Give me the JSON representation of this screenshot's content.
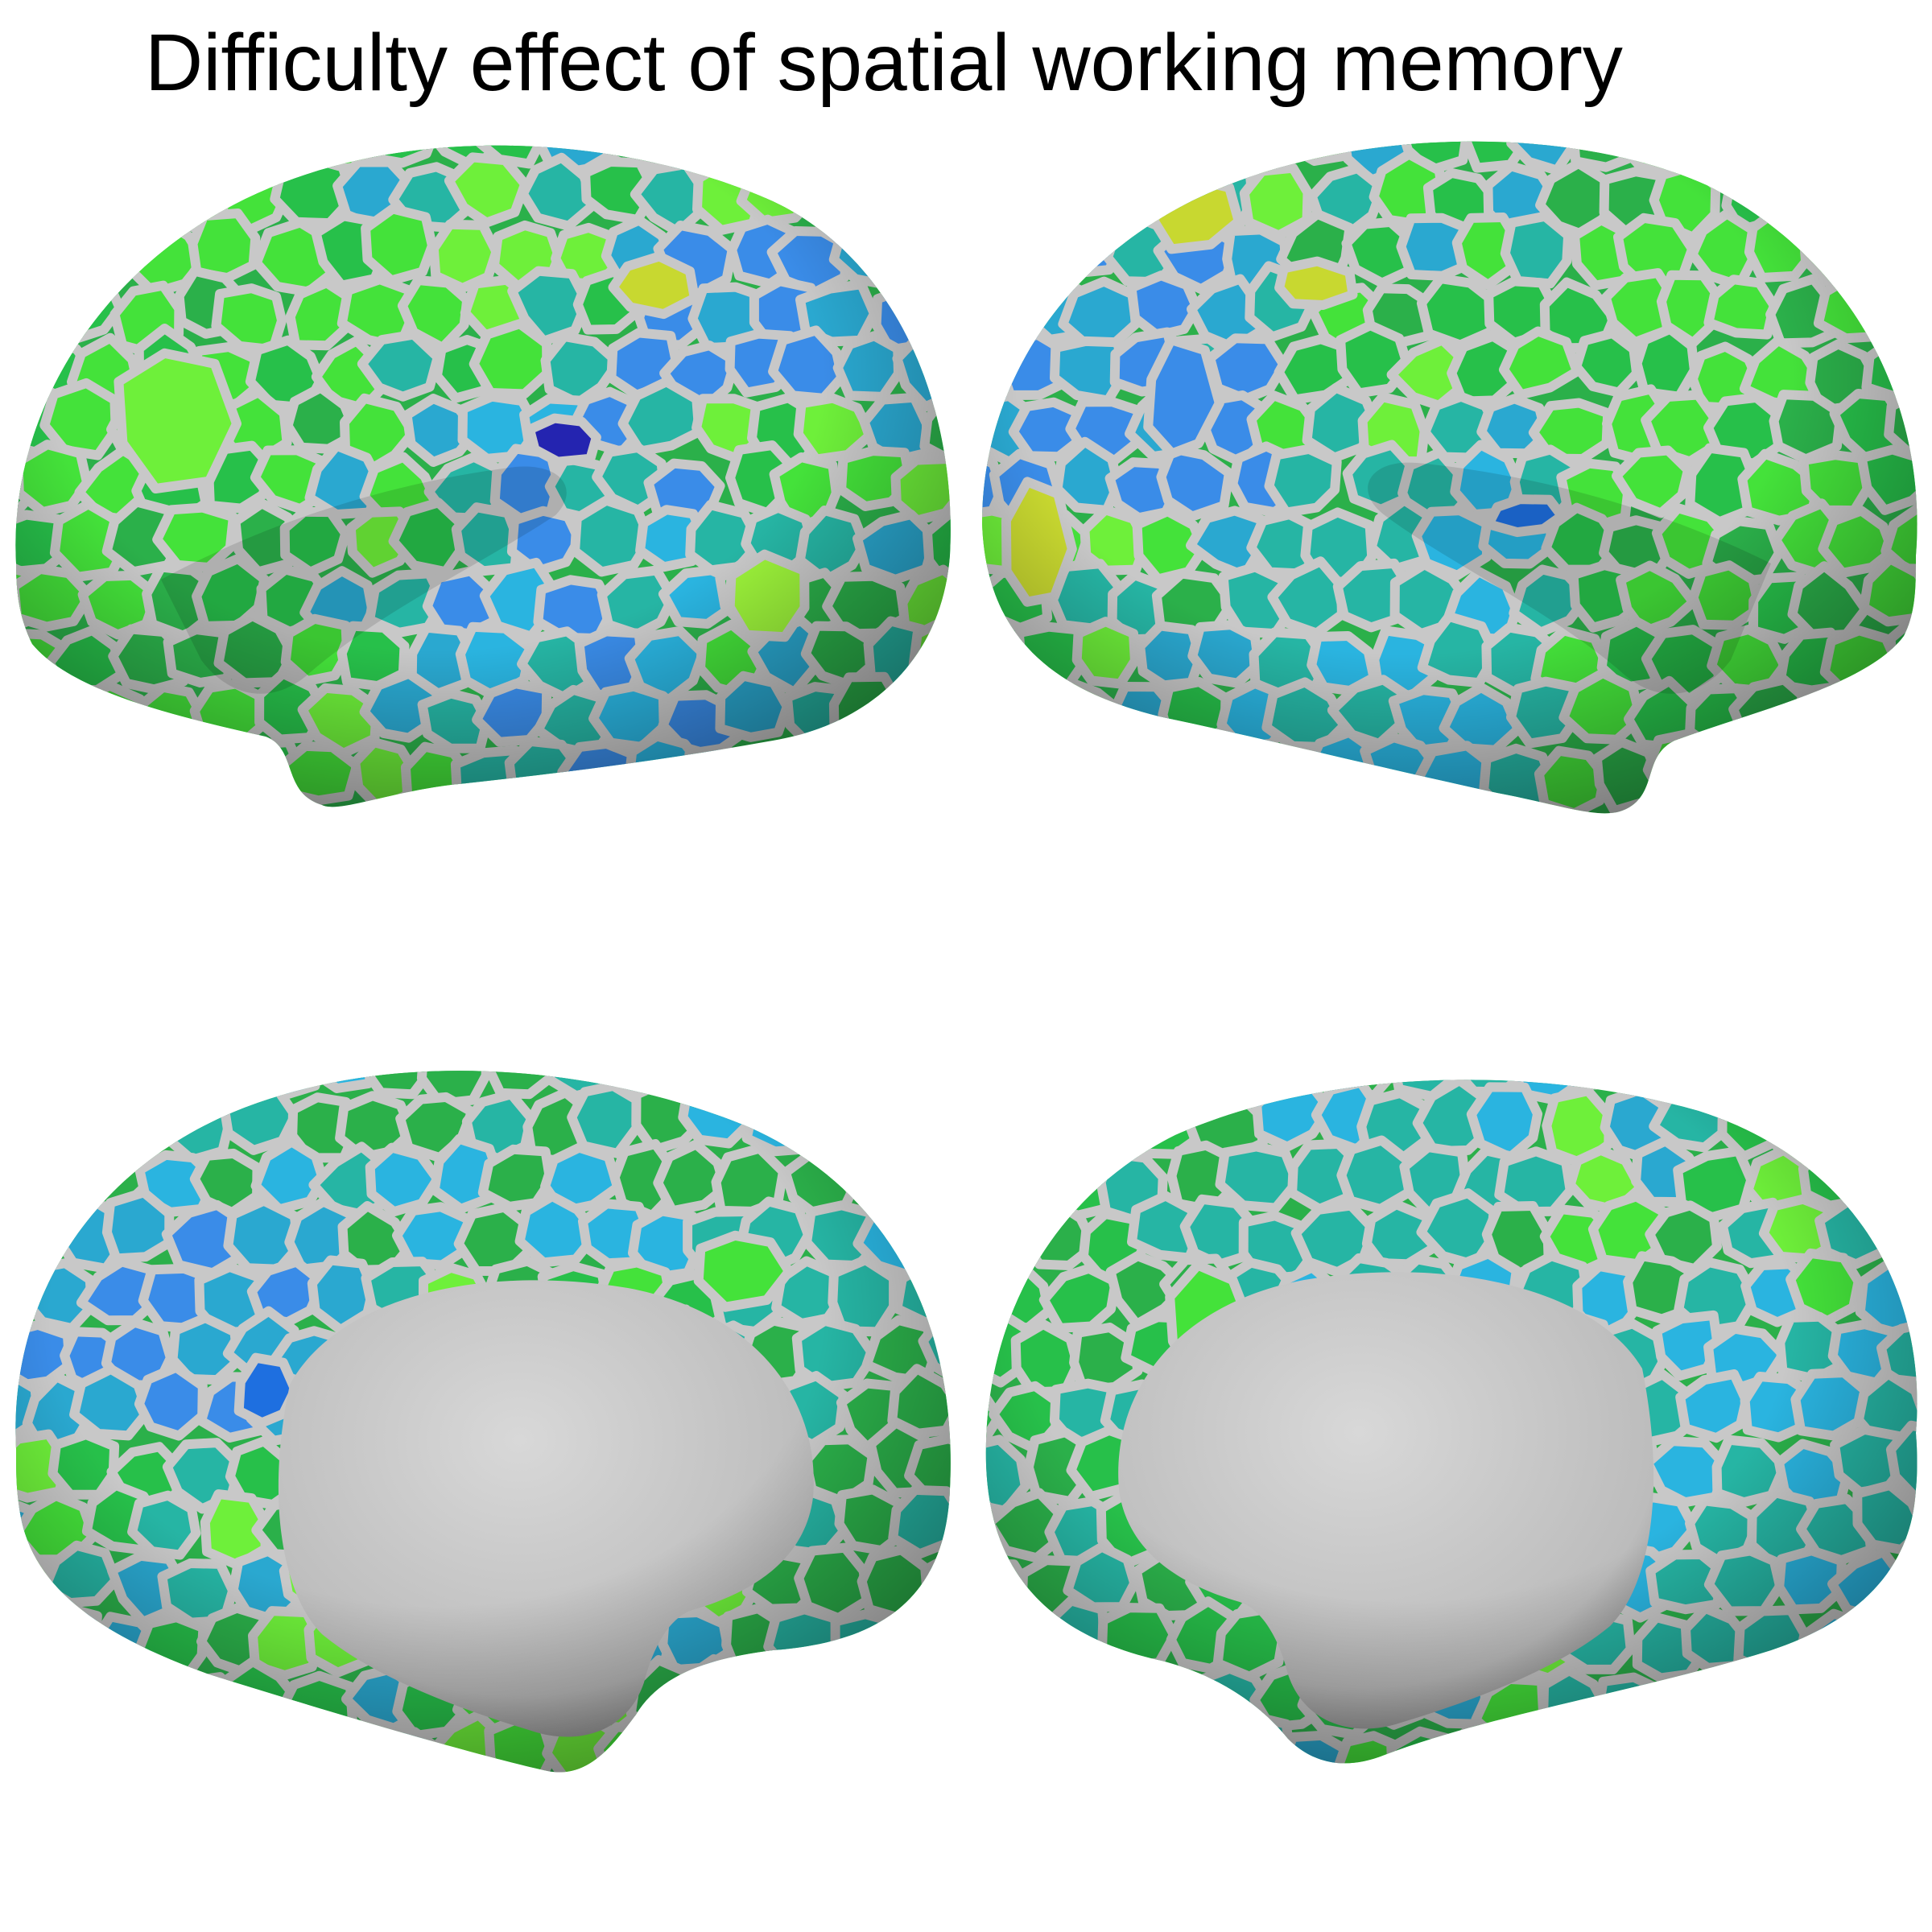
{
  "figure": {
    "title": "Difficulty effect of spatial working memory"
  },
  "colors": {
    "background": "#ffffff",
    "border": "#c8c8c8",
    "medial_wall": "#c9c9c9",
    "palette": [
      "#2bb04a",
      "#27c04a",
      "#44e23a",
      "#6ef03a",
      "#26b5a4",
      "#2aa8d0",
      "#2ab4e0",
      "#3a8ce8",
      "#1e6fe0",
      "#2424b0",
      "#c8d830",
      "#9cf33a"
    ]
  },
  "views": [
    {
      "name": "left-lateral-view"
    },
    {
      "name": "right-lateral-view"
    },
    {
      "name": "left-medial-view"
    },
    {
      "name": "right-medial-view"
    }
  ]
}
